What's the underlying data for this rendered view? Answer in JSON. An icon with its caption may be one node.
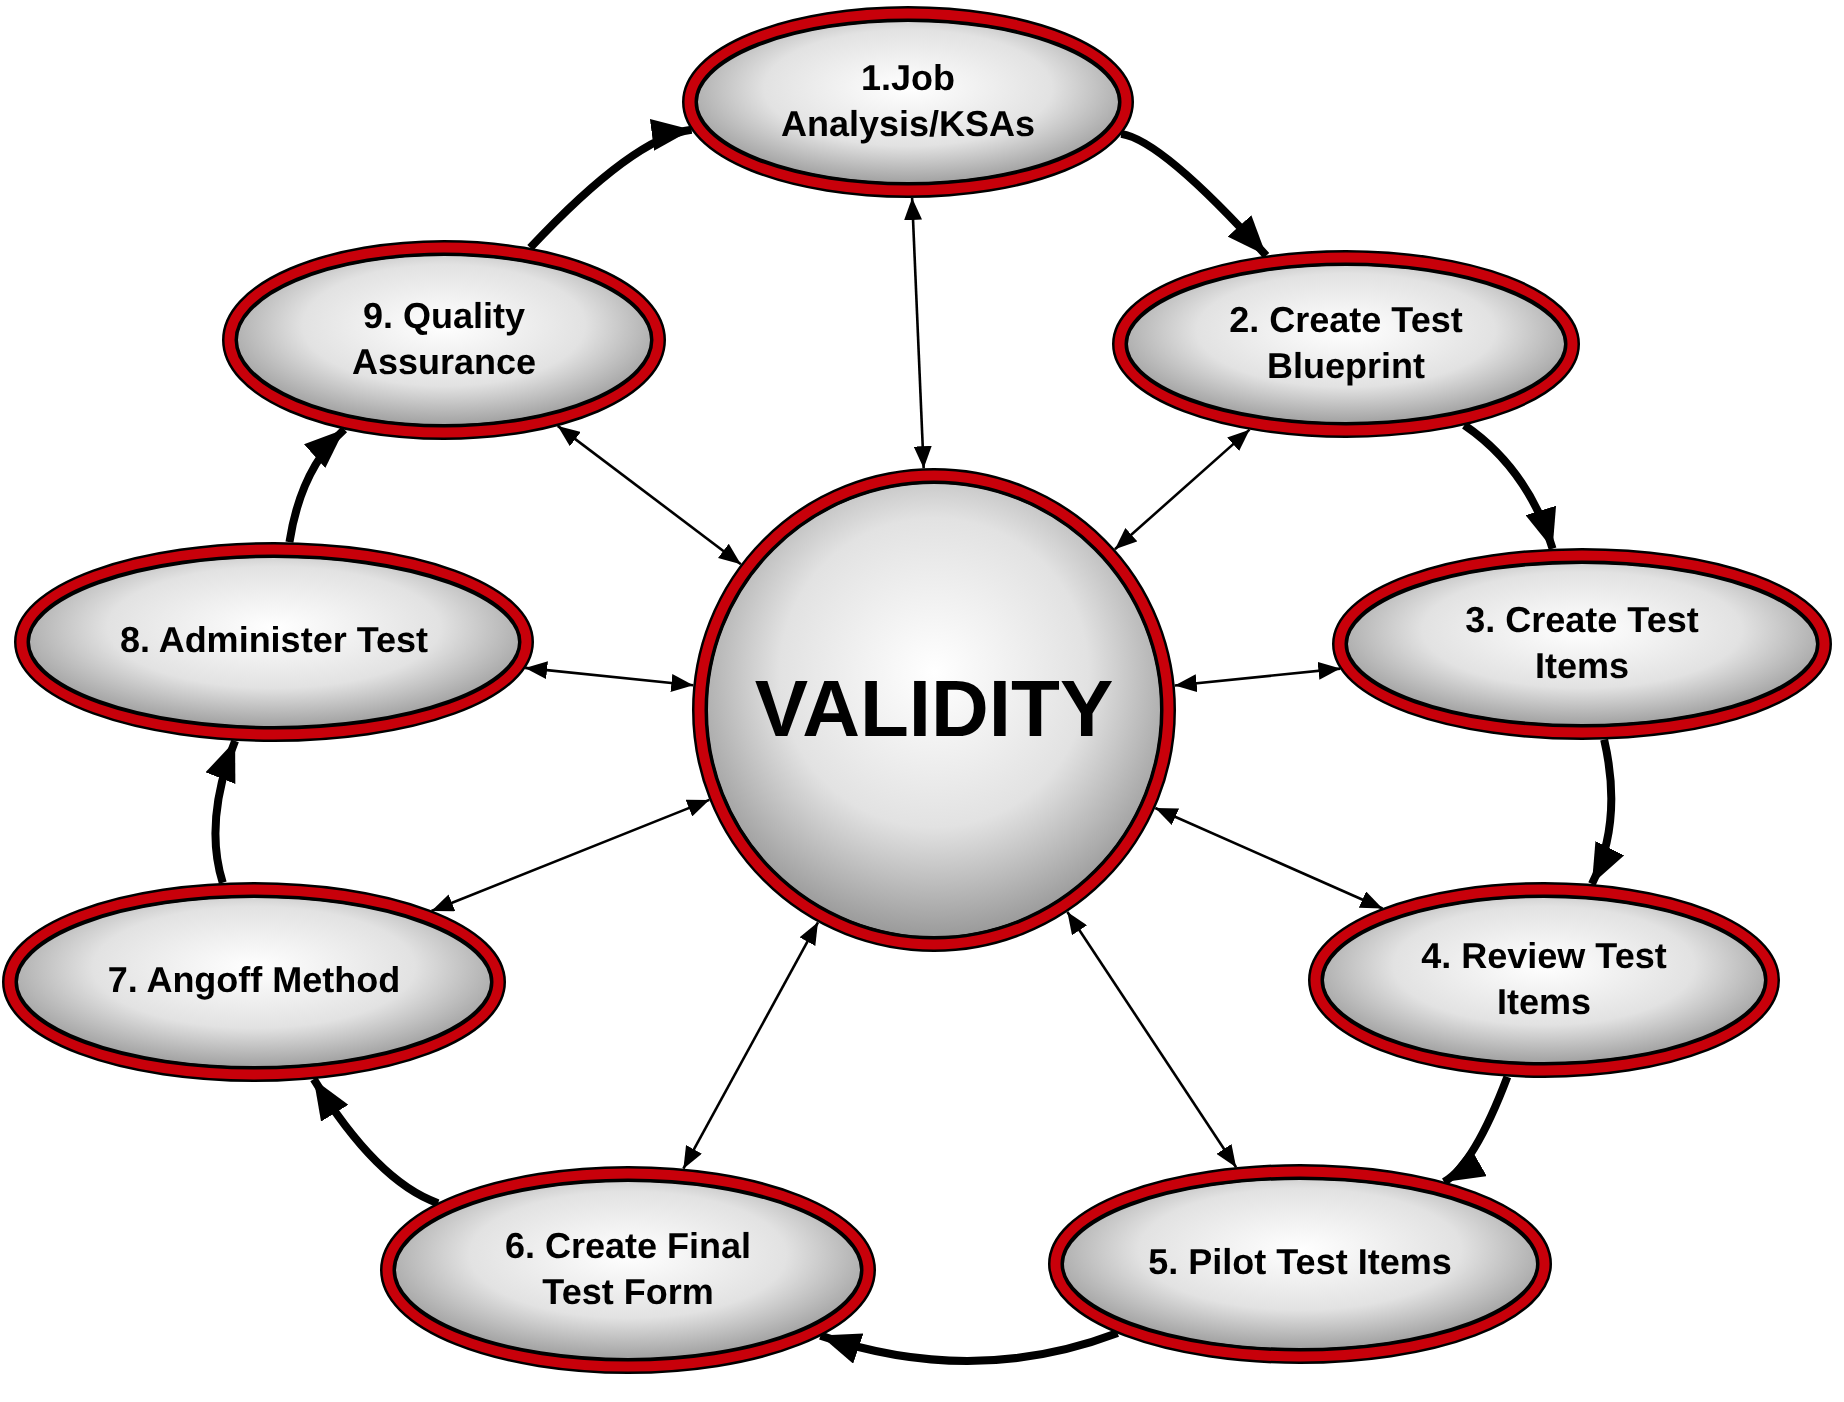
{
  "diagram": {
    "nodes": [
      {
        "text": [
          "1.Job Analysis/KSAs"
        ]
      },
      {
        "text": [
          "2. Create Test Blueprint"
        ]
      },
      {
        "text": [
          "3. Create Test Items"
        ]
      },
      {
        "text": [
          "4. Review Test Items"
        ]
      },
      {
        "text": [
          "5. Pilot Test Items"
        ]
      },
      {
        "text": [
          "6. Create Final Test Form"
        ]
      },
      {
        "text": [
          "7. Angoff Method"
        ]
      },
      {
        "text": [
          "8. Administer Test"
        ]
      },
      {
        "text": [
          "9. Quality Assurance"
        ]
      },
      {
        "text": [
          "VALIDITY"
        ]
      }
    ],
    "edges": [
      {
        "from": 0,
        "to": 1,
        "arrow": "to",
        "style": "thick"
      },
      {
        "from": 1,
        "to": 2,
        "arrow": "to",
        "style": "thick"
      },
      {
        "from": 2,
        "to": 3,
        "arrow": "to",
        "style": "thick"
      },
      {
        "from": 3,
        "to": 4,
        "arrow": "to",
        "style": "thick"
      },
      {
        "from": 4,
        "to": 5,
        "arrow": "to",
        "style": "thick"
      },
      {
        "from": 5,
        "to": 6,
        "arrow": "to",
        "style": "thick"
      },
      {
        "from": 6,
        "to": 7,
        "arrow": "to",
        "style": "thick"
      },
      {
        "from": 7,
        "to": 8,
        "arrow": "to",
        "style": "thick"
      },
      {
        "from": 8,
        "to": 0,
        "arrow": "to",
        "style": "thick"
      },
      {
        "from": 9,
        "to": 0,
        "arrow": "both"
      },
      {
        "from": 9,
        "to": 1,
        "arrow": "both"
      },
      {
        "from": 9,
        "to": 2,
        "arrow": "both"
      },
      {
        "from": 9,
        "to": 3,
        "arrow": "both"
      },
      {
        "from": 9,
        "to": 4,
        "arrow": "both"
      },
      {
        "from": 9,
        "to": 5,
        "arrow": "both"
      },
      {
        "from": 9,
        "to": 6,
        "arrow": "both"
      },
      {
        "from": 9,
        "to": 7,
        "arrow": "both"
      },
      {
        "from": 9,
        "to": 8,
        "arrow": "both"
      }
    ]
  }
}
